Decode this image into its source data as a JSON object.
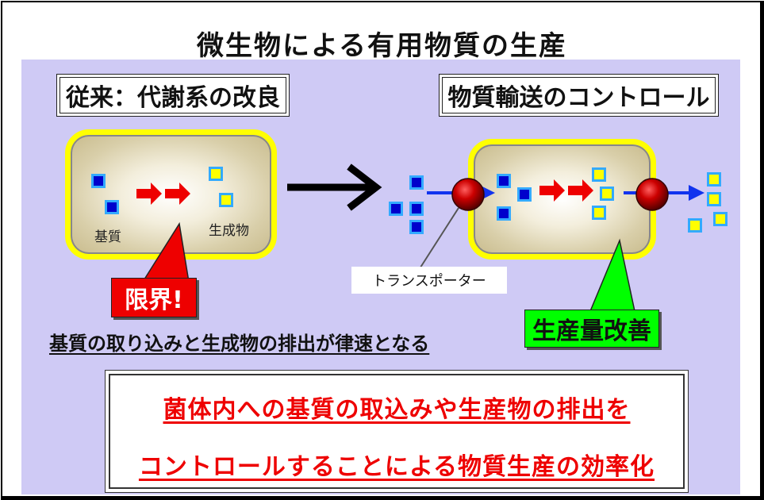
{
  "title": "微生物による有用物質の生産",
  "left": {
    "heading": "従来：代謝系の改良",
    "substrate_label": "基質",
    "product_label": "生成物",
    "limit_callout": "限界!",
    "note": "基質の取り込みと生成物の排出が律速となる"
  },
  "right": {
    "heading": "物質輸送のコントロール",
    "transporter_label": "トランスポーター",
    "improvement_callout": "生産量改善"
  },
  "conclusion": {
    "line1": "菌体内への基質の取込みや生産物の排出を",
    "line2": "コントロールすることによる物質生産の効率化"
  },
  "colors": {
    "panel": "#cfcaf5",
    "cell_border": "#ffff00",
    "substrate": "#0000cc",
    "product": "#ffff00",
    "limit_callout": "#ee0000",
    "improvement_callout": "#00ff00",
    "conclusion_text": "#ee0000",
    "transporter": "#aa0000"
  }
}
